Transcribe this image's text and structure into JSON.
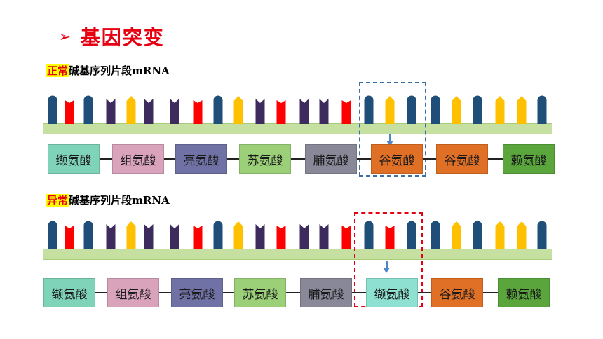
{
  "heading": {
    "bullet": "➢",
    "title": "基因突变"
  },
  "normal": {
    "label_hl": "正常",
    "label_rest": "碱基序列片段mRNA"
  },
  "abnormal": {
    "label_hl": "异常",
    "label_rest": "碱基序列片段mRNA"
  },
  "colors": {
    "U": "#1f4e79",
    "G": "#ff0000",
    "A": "#3d2b5e",
    "C": "#ffc000",
    "strip": "#c5e0a0"
  },
  "normal_bases": [
    "U",
    "G",
    "U",
    "A",
    "C",
    "A",
    "A",
    "G",
    "U",
    "C",
    "A",
    "G",
    "A",
    "A",
    "G",
    "U",
    "C",
    "U",
    "U",
    "C",
    "U",
    "C",
    "C",
    "U"
  ],
  "abnormal_bases": [
    "U",
    "G",
    "U",
    "A",
    "C",
    "A",
    "A",
    "G",
    "U",
    "C",
    "A",
    "G",
    "A",
    "A",
    "G",
    "U",
    "G",
    "U",
    "U",
    "C",
    "U",
    "C",
    "C",
    "U"
  ],
  "amino_acids_normal": [
    {
      "name": "缬氨酸",
      "color": "#7fd3b8"
    },
    {
      "name": "组氨酸",
      "color": "#d9a3bb"
    },
    {
      "name": "亮氨酸",
      "color": "#7072a6"
    },
    {
      "name": "苏氨酸",
      "color": "#9bd079"
    },
    {
      "name": "脯氨酸",
      "color": "#888899"
    },
    {
      "name": "谷氨酸",
      "color": "#e07026"
    },
    {
      "name": "谷氨酸",
      "color": "#e07026"
    },
    {
      "name": "赖氨酸",
      "color": "#5aa63c"
    }
  ],
  "amino_acids_abnormal": [
    {
      "name": "缬氨酸",
      "color": "#7fd3b8"
    },
    {
      "name": "组氨酸",
      "color": "#d9a3bb"
    },
    {
      "name": "亮氨酸",
      "color": "#7072a6"
    },
    {
      "name": "苏氨酸",
      "color": "#9bd079"
    },
    {
      "name": "脯氨酸",
      "color": "#888899"
    },
    {
      "name": "缬氨酸",
      "color": "#8ee0d0"
    },
    {
      "name": "谷氨酸",
      "color": "#e07026"
    },
    {
      "name": "赖氨酸",
      "color": "#5aa63c"
    }
  ]
}
